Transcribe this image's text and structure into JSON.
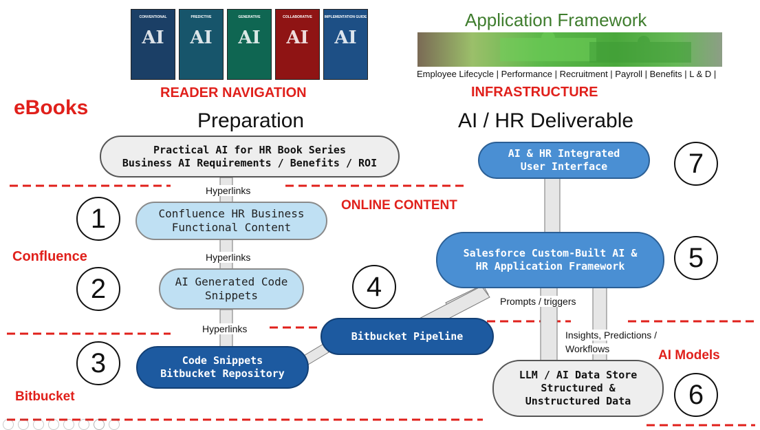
{
  "ebooks": {
    "covers": [
      {
        "title": "CONVENTIONAL",
        "color": "#1b3f66"
      },
      {
        "title": "PREDICTIVE",
        "color": "#17556b"
      },
      {
        "title": "GENERATIVE",
        "color": "#0f6652"
      },
      {
        "title": "COLLABORATIVE",
        "color": "#8f1414"
      },
      {
        "title": "IMPLEMENTATION GUIDE",
        "color": "#1d4f85"
      }
    ],
    "cover_mark": "AI",
    "reader_navigation": "READER NAVIGATION"
  },
  "framework": {
    "title": "Application Framework",
    "modules": "Employee Lifecycle | Performance | Recruitment | Payroll | Benefits | L & D |",
    "infrastructure": "INFRASTRUCTURE"
  },
  "sections": {
    "ebooks": "eBooks",
    "confluence": "Confluence",
    "bitbucket": "Bitbucket",
    "online_content": "ONLINE CONTENT",
    "ai_models": "AI Models"
  },
  "headings": {
    "preparation": "Preparation",
    "deliverable": "AI / HR Deliverable"
  },
  "nodes": {
    "book_series": [
      "Practical AI for HR Book Series",
      "Business AI Requirements / Benefits / ROI"
    ],
    "confluence": [
      "Confluence HR Business",
      "Functional Content"
    ],
    "code_gen": [
      "AI Generated Code",
      "Snippets"
    ],
    "repo": [
      "Code Snippets",
      "Bitbucket Repository"
    ],
    "pipeline": "Bitbucket Pipeline",
    "salesforce": [
      "Salesforce Custom-Built AI &",
      "HR Application Framework"
    ],
    "ui": [
      "AI & HR Integrated",
      "User Interface"
    ],
    "llm": [
      "LLM / AI Data Store",
      "Structured &",
      "Unstructured Data"
    ]
  },
  "connectors": {
    "hyperlinks_1": "Hyperlinks",
    "hyperlinks_2": "Hyperlinks",
    "hyperlinks_3": "Hyperlinks",
    "prompts": "Prompts / triggers",
    "insights_1": "Insights, Predictions /",
    "insights_2": "Workflows"
  },
  "steps": [
    "1",
    "2",
    "3",
    "4",
    "5",
    "6",
    "7"
  ]
}
